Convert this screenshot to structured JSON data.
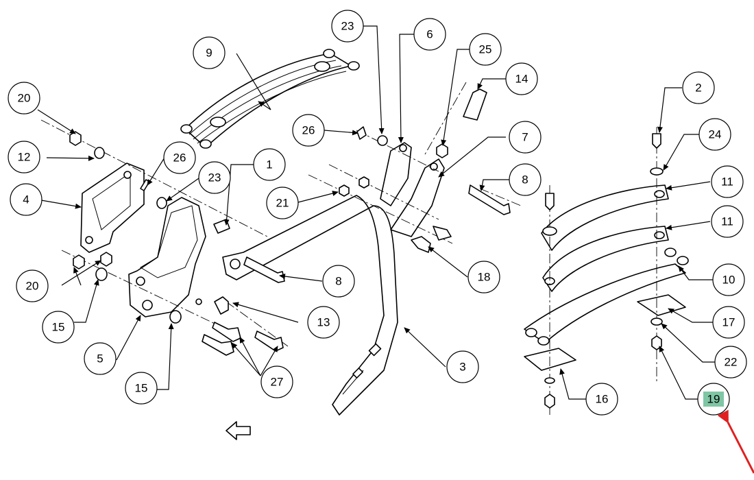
{
  "diagram": {
    "callouts": [
      {
        "id": "c1",
        "label": "1"
      },
      {
        "id": "c2",
        "label": "2"
      },
      {
        "id": "c3",
        "label": "3"
      },
      {
        "id": "c4",
        "label": "4"
      },
      {
        "id": "c5",
        "label": "5"
      },
      {
        "id": "c6",
        "label": "6"
      },
      {
        "id": "c7",
        "label": "7"
      },
      {
        "id": "c8a",
        "label": "8"
      },
      {
        "id": "c8b",
        "label": "8"
      },
      {
        "id": "c9",
        "label": "9"
      },
      {
        "id": "c10",
        "label": "10"
      },
      {
        "id": "c11a",
        "label": "11"
      },
      {
        "id": "c11b",
        "label": "11"
      },
      {
        "id": "c12",
        "label": "12"
      },
      {
        "id": "c13",
        "label": "13"
      },
      {
        "id": "c14",
        "label": "14"
      },
      {
        "id": "c15a",
        "label": "15"
      },
      {
        "id": "c15b",
        "label": "15"
      },
      {
        "id": "c16",
        "label": "16"
      },
      {
        "id": "c17",
        "label": "17"
      },
      {
        "id": "c18",
        "label": "18"
      },
      {
        "id": "c19",
        "label": "19"
      },
      {
        "id": "c20a",
        "label": "20"
      },
      {
        "id": "c20b",
        "label": "20"
      },
      {
        "id": "c21",
        "label": "21"
      },
      {
        "id": "c22",
        "label": "22"
      },
      {
        "id": "c23a",
        "label": "23"
      },
      {
        "id": "c23b",
        "label": "23"
      },
      {
        "id": "c24",
        "label": "24"
      },
      {
        "id": "c25",
        "label": "25"
      },
      {
        "id": "c26a",
        "label": "26"
      },
      {
        "id": "c26b",
        "label": "26"
      },
      {
        "id": "c27",
        "label": "27"
      }
    ],
    "highlighted_callout": "19",
    "highlight_color": "#7fc6a4",
    "pointer_arrow_color": "#e02020"
  }
}
